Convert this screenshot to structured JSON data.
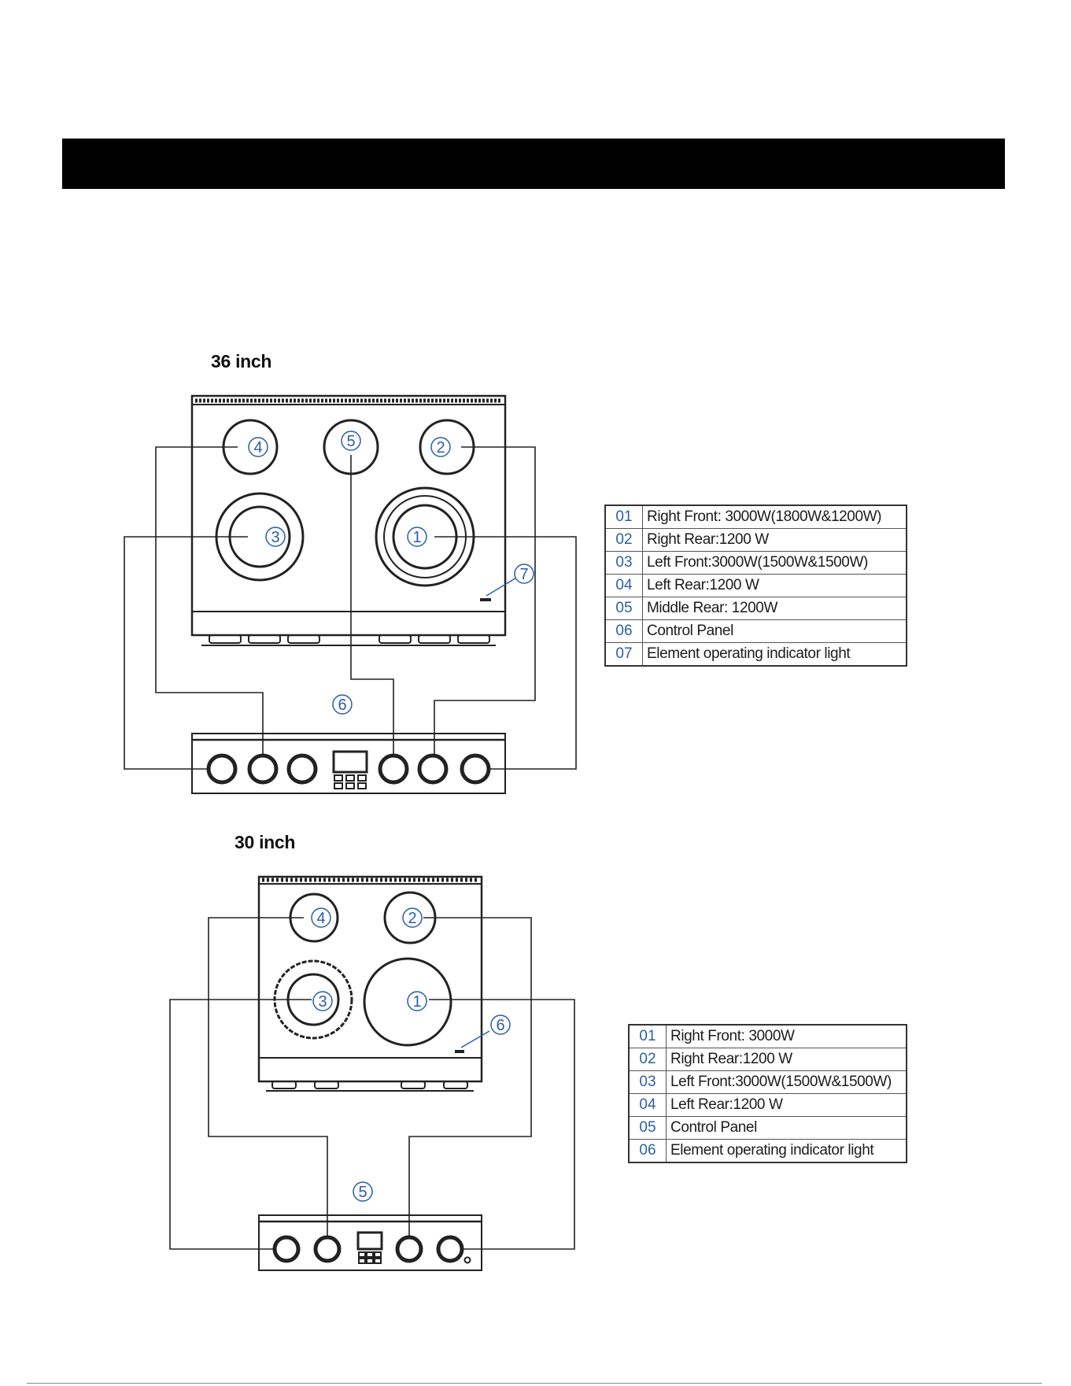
{
  "sections": [
    {
      "title": "36 inch",
      "legend": [
        {
          "num": "01",
          "desc": "Right Front: 3000W(1800W&1200W)"
        },
        {
          "num": "02",
          "desc": "Right Rear:1200 W"
        },
        {
          "num": "03",
          "desc": "Left Front:3000W(1500W&1500W)"
        },
        {
          "num": "04",
          "desc": "Left Rear:1200 W"
        },
        {
          "num": "05",
          "desc": "Middle Rear: 1200W"
        },
        {
          "num": "06",
          "desc": "Control Panel"
        },
        {
          "num": "07",
          "desc": "Element operating indicator light"
        }
      ],
      "callouts": [
        "1",
        "2",
        "3",
        "4",
        "5",
        "6",
        "7"
      ]
    },
    {
      "title": "30 inch",
      "legend": [
        {
          "num": "01",
          "desc": "Right Front: 3000W"
        },
        {
          "num": "02",
          "desc": "Right Rear:1200 W"
        },
        {
          "num": "03",
          "desc": "Left Front:3000W(1500W&1500W)"
        },
        {
          "num": "04",
          "desc": "Left Rear:1200 W"
        },
        {
          "num": "05",
          "desc": "Control Panel"
        },
        {
          "num": "06",
          "desc": "Element operating indicator light"
        }
      ],
      "callouts": [
        "1",
        "2",
        "3",
        "4",
        "5",
        "6"
      ]
    }
  ],
  "colors": {
    "callout": "#2b5fa8",
    "line": "#222222",
    "header_bar": "#000000"
  }
}
